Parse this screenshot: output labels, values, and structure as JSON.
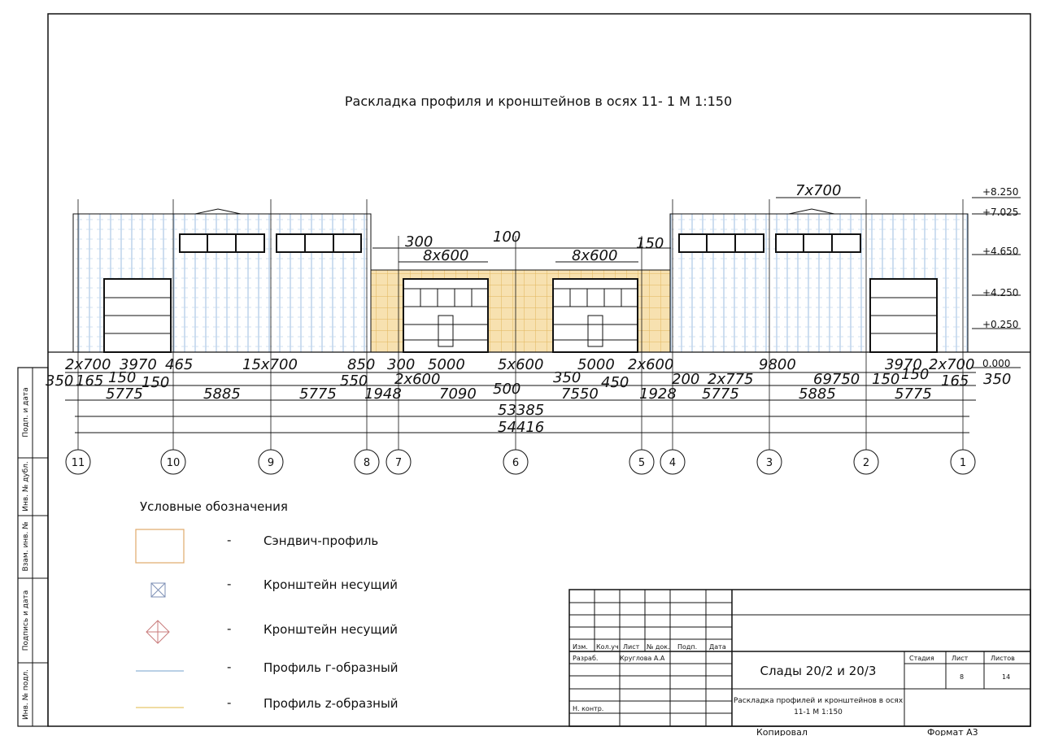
{
  "drawing": {
    "title": "Раскладка профиля и кронштейнов  в осях 11- 1 М 1:150",
    "elevations": [
      "+8.250",
      "+7.025",
      "+4.650",
      "+4.250",
      "+0.250",
      "0.000"
    ],
    "top_dims": [
      "7х700",
      "300",
      "8х600",
      "100",
      "8х600",
      "150"
    ],
    "dims_row1": [
      "2х700",
      "3970",
      "465",
      "15х700",
      "850",
      "300",
      "5000",
      "5х600",
      "5000",
      "2х600",
      "9800",
      "3970",
      "2х700"
    ],
    "dims_row2": [
      "350",
      "165",
      "150",
      "150",
      "550",
      "2х600",
      "500",
      "350",
      "450",
      "200",
      "2х775",
      "69750",
      "150",
      "150",
      "165",
      "350"
    ],
    "dims_row3": [
      "5775",
      "5885",
      "5775",
      "1948",
      "7090",
      "7550",
      "1928",
      "5775",
      "5885",
      "5775"
    ],
    "total1": "53385",
    "total2": "54416",
    "axes": [
      "11",
      "10",
      "9",
      "8",
      "7",
      "6",
      "5",
      "4",
      "3",
      "2",
      "1"
    ]
  },
  "legend": {
    "title": "Условные обозначения",
    "items": [
      {
        "dash": "-",
        "label": "Сэндвич-профиль"
      },
      {
        "dash": "-",
        "label": "Кронштейн несущий"
      },
      {
        "dash": "-",
        "label": "Кронштейн несущий"
      },
      {
        "dash": "-",
        "label": "Профиль г-образный"
      },
      {
        "dash": "-",
        "label": "Профиль z-образный"
      }
    ]
  },
  "side_stamps": [
    "Подп. и дата",
    "Инв. № дубл.",
    "Взам. инв. №",
    "Подпись и дата",
    "Инв. № подл."
  ],
  "title_block": {
    "col_headers": [
      "Изм.",
      "Кол.уч.",
      "Лист",
      "№ док.",
      "Подп.",
      "Дата"
    ],
    "developed_label": "Разраб.",
    "developer": "Круглова А.А",
    "norm_control": "Н. контр.",
    "project": "Слады 20/2  и 20/3",
    "sheet_title_line1": "Раскладка профилей и кронштейнов  в осях",
    "sheet_title_line2": "11-1 М 1:150",
    "stage_label": "Стадия",
    "sheet_label": "Лист",
    "sheets_label": "Листов",
    "sheet_value": "8",
    "sheets_value": "14"
  },
  "footer": {
    "copied": "Копировал",
    "format": "Формат  А3"
  },
  "colors": {
    "line": "#111111",
    "profile_blue": "#8fb4d8",
    "sandwich": "#f3d9a4",
    "z_profile": "#e8c86a",
    "bracket": "#c97b7b"
  }
}
